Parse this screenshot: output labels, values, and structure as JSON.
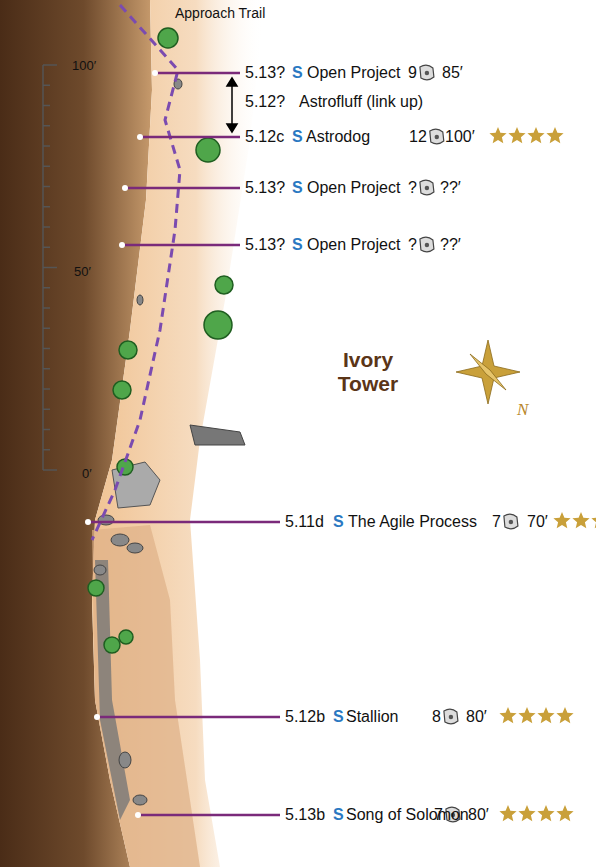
{
  "diagram": {
    "labels": [
      "Approach Trail",
      "100′",
      "50′",
      "0′",
      "5.13?",
      "S",
      "Open Project",
      "9",
      "85′",
      "5.12?",
      "Astrofluff (link up)",
      "5.12c",
      "S",
      "Astrodog",
      "12",
      "100′",
      "5.13?",
      "S",
      "Open Project",
      "?",
      "??′",
      "5.13?",
      "S",
      "Open Project",
      "?",
      "??′",
      "Ivory Tower",
      "N",
      "5.11d",
      "S",
      "The Agile Process",
      "7",
      "70′",
      "5.12b",
      "S",
      "Stallion",
      "8",
      "80′",
      "5.13b",
      "S",
      "Song of Solomon",
      "7",
      "80′"
    ]
  }
}
